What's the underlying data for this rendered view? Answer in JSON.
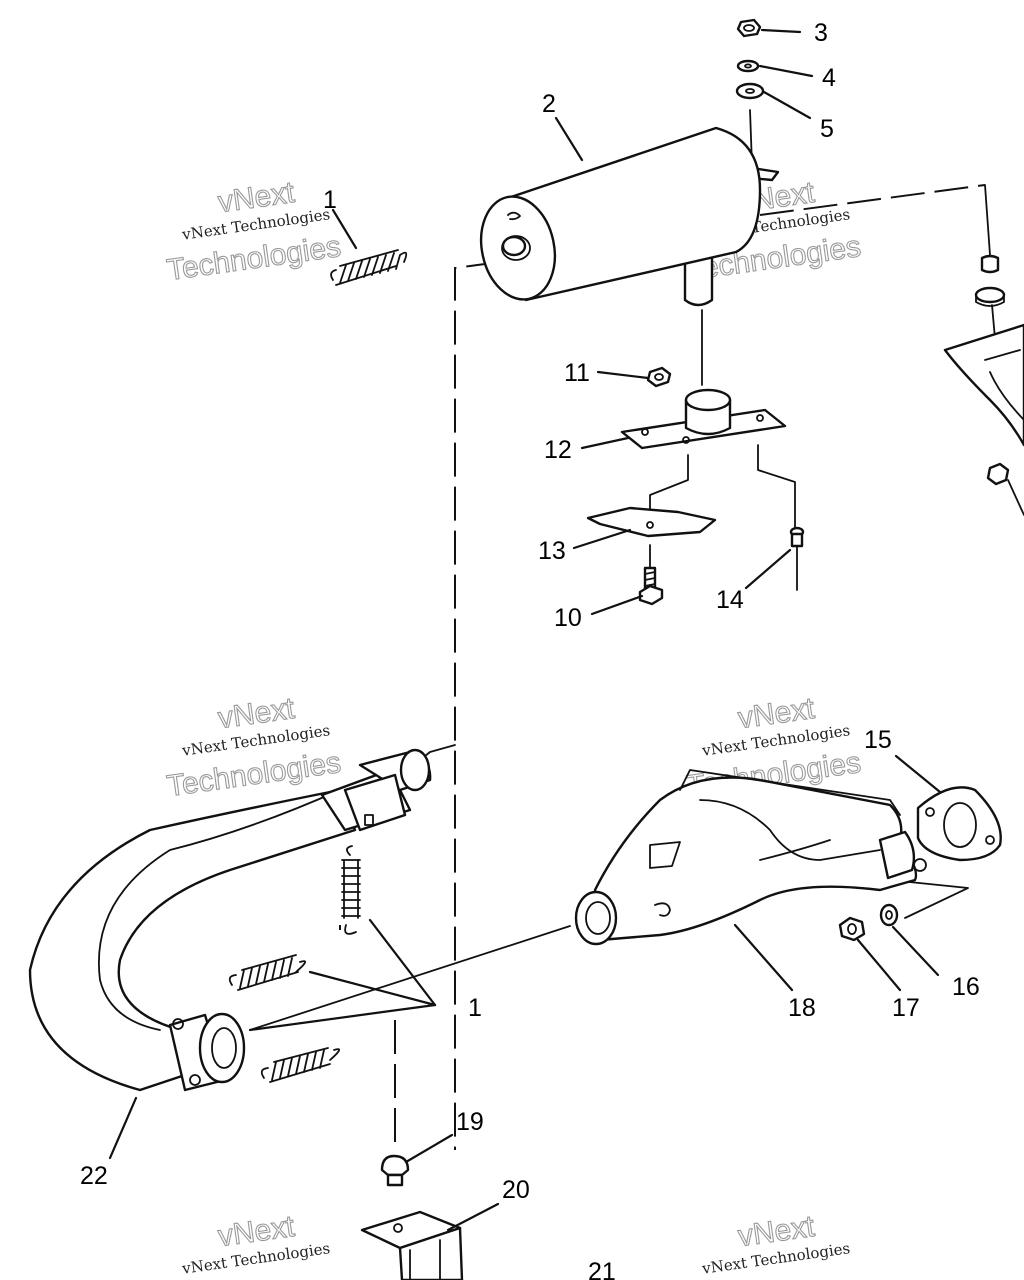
{
  "callouts": {
    "c1_top": "1",
    "c2": "2",
    "c3": "3",
    "c4": "4",
    "c5": "5",
    "c10": "10",
    "c11": "11",
    "c12": "12",
    "c13": "13",
    "c14": "14",
    "c15": "15",
    "c16": "16",
    "c17": "17",
    "c18": "18",
    "c1_bottom": "1",
    "c19": "19",
    "c20": "20",
    "c21": "21",
    "c22": "22"
  },
  "watermark": {
    "brand": "vNext Technologies",
    "word_top": "vNext",
    "word_bottom": "Technologies"
  }
}
